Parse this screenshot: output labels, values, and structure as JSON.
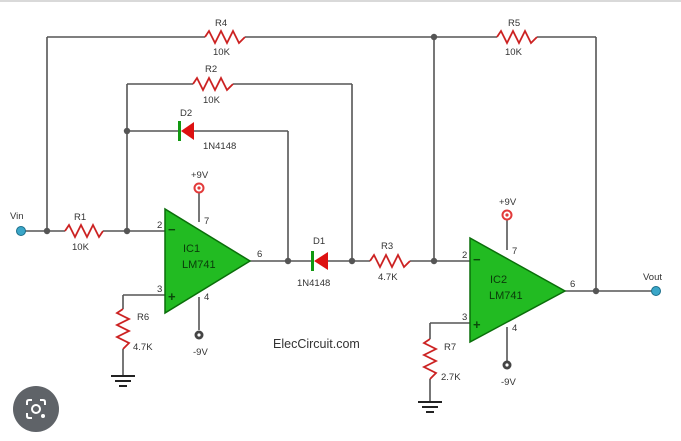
{
  "diagram": {
    "site_text": "ElecCircuit.com",
    "input_label": "Vin",
    "output_label": "Vout",
    "resistors": [
      {
        "ref": "R1",
        "value": "10K"
      },
      {
        "ref": "R2",
        "value": "10K"
      },
      {
        "ref": "R3",
        "value": "4.7K"
      },
      {
        "ref": "R4",
        "value": "10K"
      },
      {
        "ref": "R5",
        "value": "10K"
      },
      {
        "ref": "R6",
        "value": "4.7K"
      },
      {
        "ref": "R7",
        "value": "2.7K"
      }
    ],
    "diodes": [
      {
        "ref": "D1",
        "part": "1N4148"
      },
      {
        "ref": "D2",
        "part": "1N4148"
      }
    ],
    "opamps": [
      {
        "ref": "IC1",
        "part": "LM741",
        "pin_inv": "2",
        "pin_noninv": "3",
        "pin_out": "6",
        "pin_vpos": "7",
        "pin_vneg": "4",
        "vpos": "+9V",
        "vneg": "-9V"
      },
      {
        "ref": "IC2",
        "part": "LM741",
        "pin_inv": "2",
        "pin_noninv": "3",
        "pin_out": "6",
        "pin_vpos": "7",
        "pin_vneg": "4",
        "vpos": "+9V",
        "vneg": "-9V"
      }
    ],
    "colors": {
      "wire": "#555555",
      "opamp_fill": "#22bb22",
      "opamp_stroke": "#0a6e0a",
      "resistor": "#cc2222",
      "diode": "#dd1111",
      "terminal": "#3aa6c8",
      "supply": "#e23a3a",
      "ground": "#222222"
    }
  },
  "ui": {
    "lens_button": {
      "icon": "lens-icon"
    }
  }
}
